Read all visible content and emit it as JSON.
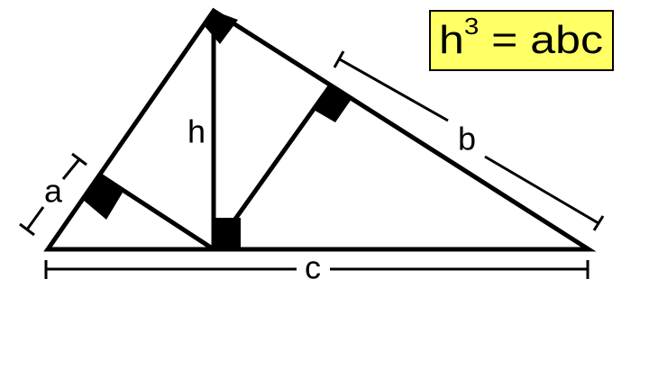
{
  "formula": {
    "base": "h",
    "exponent": "3",
    "rest": " = abc"
  },
  "labels": {
    "a": "a",
    "b": "b",
    "c": "c",
    "h": "h"
  },
  "colors": {
    "stroke": "#000000",
    "formula_fill": "#ffff66",
    "background": "#ffffff"
  }
}
